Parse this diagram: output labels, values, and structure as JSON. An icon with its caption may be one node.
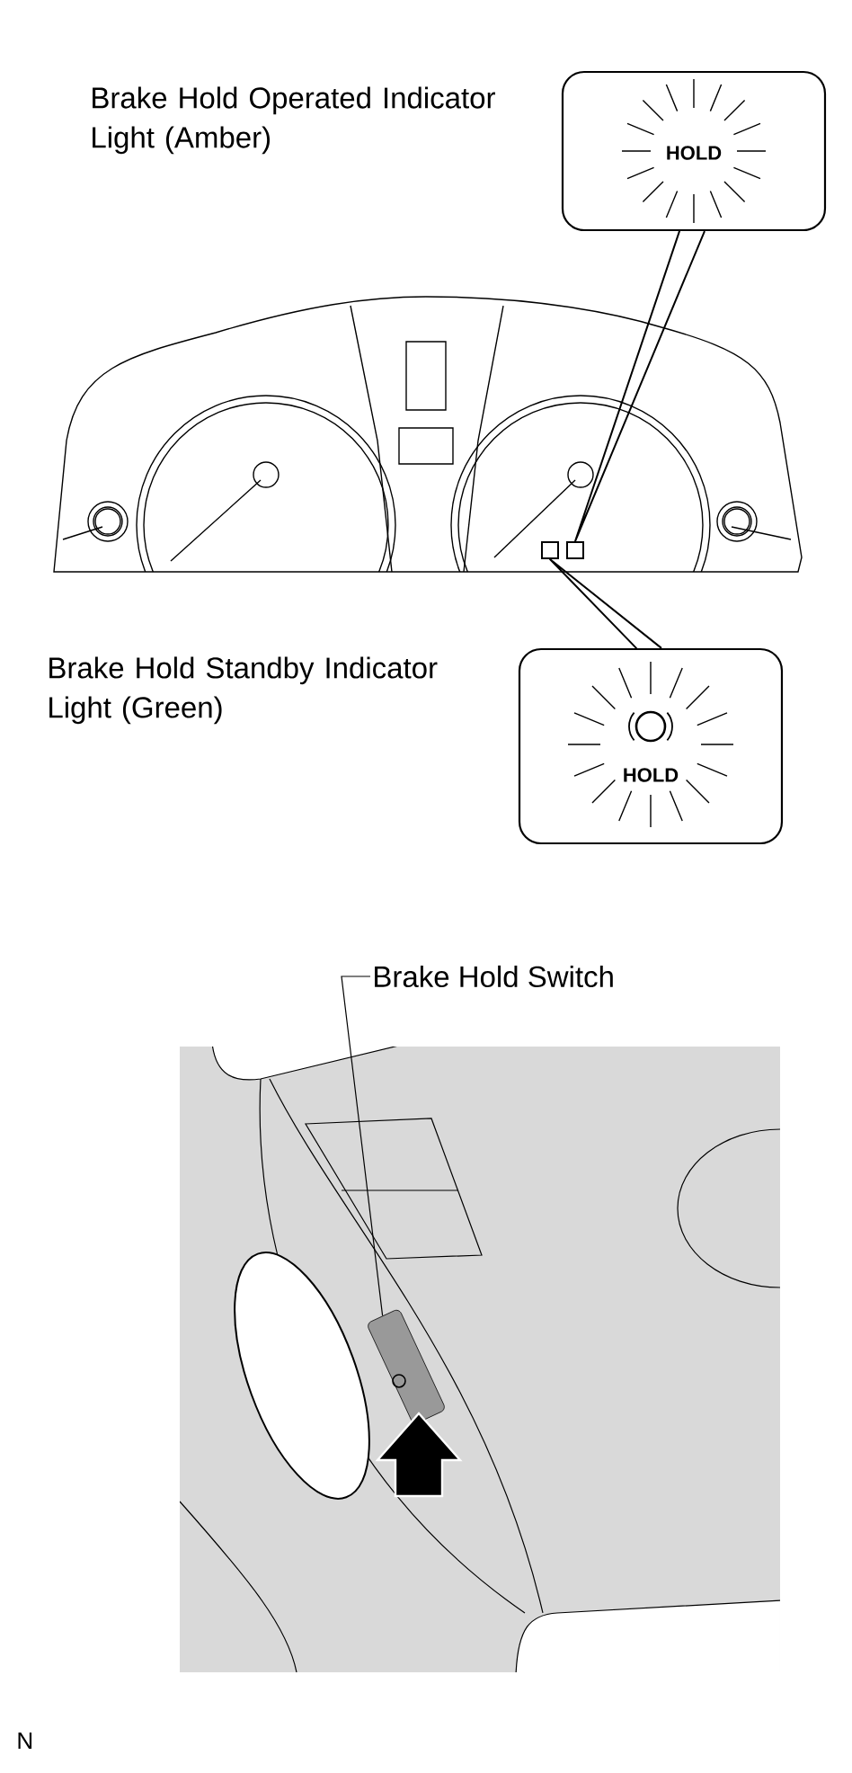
{
  "diagram": {
    "nodes": [
      {
        "text": [
          "HOLD"
        ],
        "beside": [
          "Brake Hold Operated Indicator Light (Amber)"
        ]
      },
      {
        "text": [
          "HOLD"
        ],
        "beside": [
          "Brake Hold Standby Indicator Light (Green)"
        ]
      },
      {
        "text": [],
        "shape": "box"
      },
      {
        "text": [],
        "shape": "box"
      },
      {
        "text": [
          "Brake Hold Switch"
        ]
      },
      {
        "text": [],
        "shape": "box"
      }
    ],
    "edges": [
      {
        "from": 0,
        "to": 3,
        "arrow": "none"
      },
      {
        "from": 1,
        "to": 2,
        "arrow": "none"
      },
      {
        "from": 4,
        "to": 5,
        "arrow": "none"
      }
    ],
    "labels": [
      "N"
    ]
  }
}
